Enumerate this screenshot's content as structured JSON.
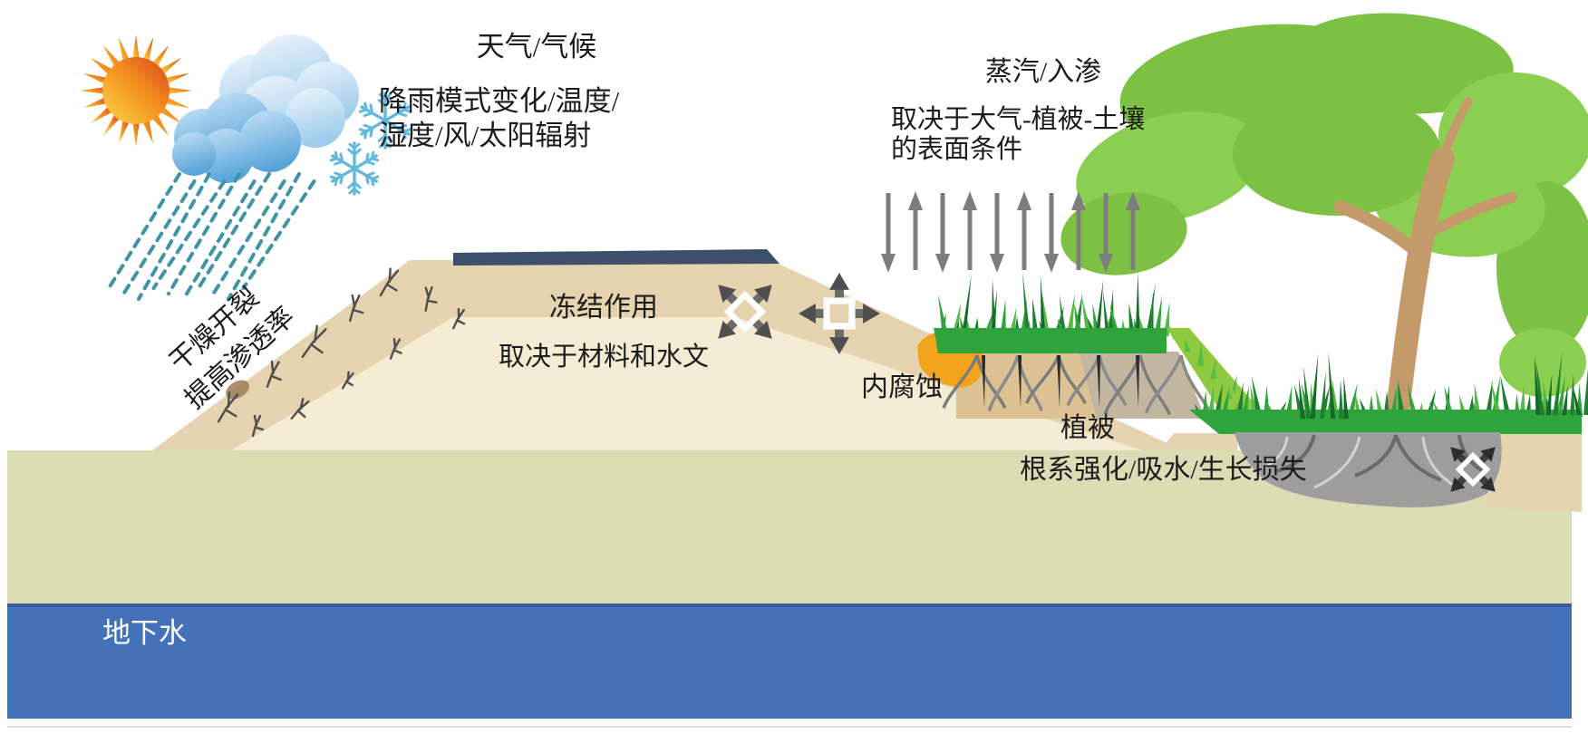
{
  "diagram": {
    "labels": {
      "weather_title": "天气/气候",
      "weather_line1": "降雨模式变化/温度/",
      "weather_line2": "湿度/风/太阳辐射",
      "evap_title": "蒸汽/入渗",
      "evap_line1": "取决于大气-植被-土壤",
      "evap_line2": "的表面条件",
      "crack_line1": "干燥开裂",
      "crack_line2": "提高渗透率",
      "freeze_title": "冻结作用",
      "freeze_line1": "取决于材料和水文",
      "erosion": "内腐蚀",
      "veg_title": "植被",
      "veg_line1": "根系强化/吸水/生长损失",
      "groundwater": "地下水"
    },
    "colors": {
      "groundwater_blue": "#4472b8",
      "soil_olive": "#dadcb4",
      "levee_tan": "#e5d3af",
      "levee_light": "#f4ebd3",
      "crest_navy": "#3e4f6a",
      "grass_green": "#2fa43c",
      "foliage_green": "#7cc143",
      "trunk_brown": "#c49a6a",
      "root_gray": "#9d9d9d",
      "arrow_gray": "#7d7d7d",
      "rain_teal": "#3e93a5",
      "snow_blue": "#63b8dc",
      "sun_orange": "#f08a1d",
      "erosion_orange": "#f3a21c"
    },
    "icons": {
      "sun-icon": "starburst sun",
      "rain-cloud-icon": "cloud with dashed rain",
      "snowflake-icon": "snowflake",
      "vapor-arrow-icons": "alternating up/down arrows",
      "expansion-diamond-icon": "diamond with four diagonal outward arrows",
      "expansion-square-icon": "square with four orthogonal outward arrows",
      "tree-icon": "broadleaf tree",
      "grass-icon": "grass strip",
      "root-ball-icon": "gray root zone"
    }
  }
}
